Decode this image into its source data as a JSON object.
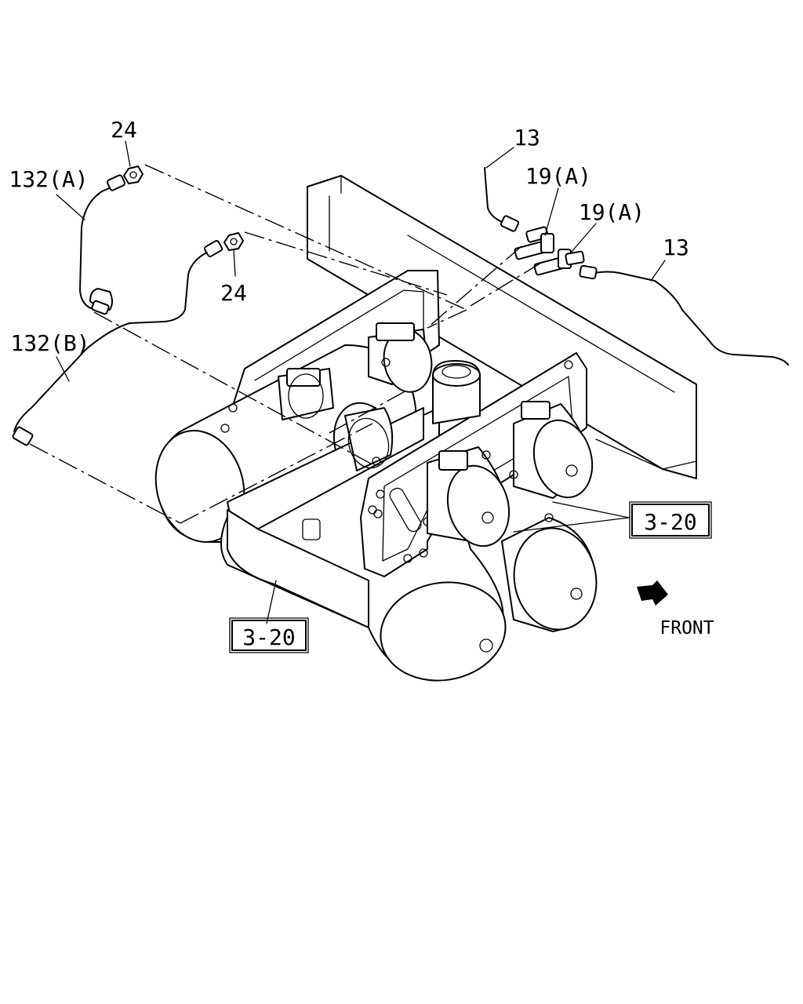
{
  "callouts": {
    "part_24_top": "24",
    "part_24_mid": "24",
    "part_132a": "132(A)",
    "part_132b": "132(B)",
    "part_13_top": "13",
    "part_13_right": "13",
    "part_19a_left": "19(A)",
    "part_19a_right": "19(A)"
  },
  "references": {
    "ref_right": "3-20",
    "ref_bottom": "3-20"
  },
  "direction": {
    "label": "FRONT"
  }
}
